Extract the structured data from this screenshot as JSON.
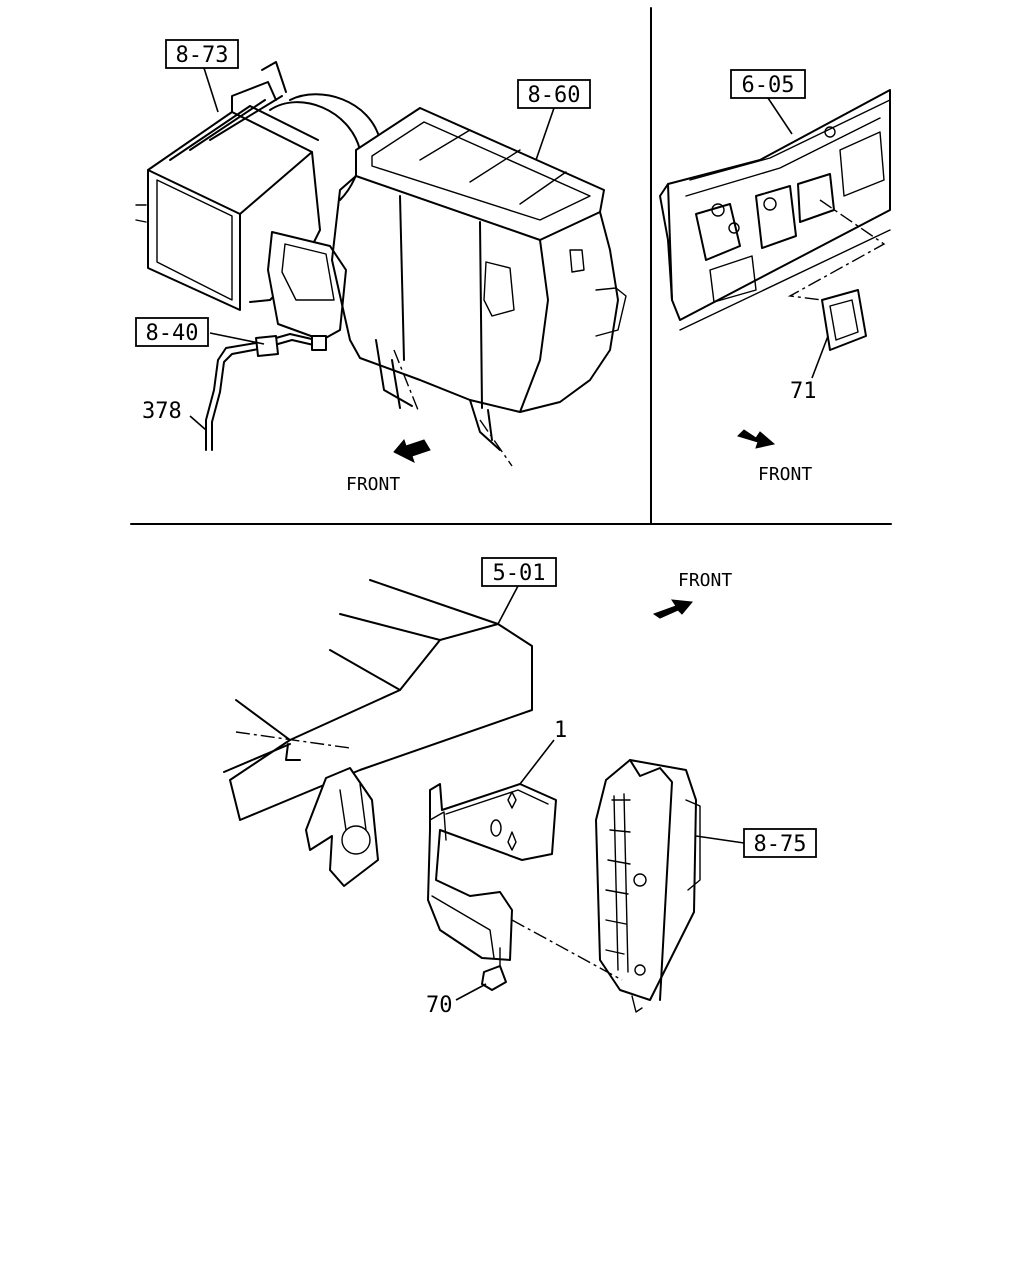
{
  "part_refs": {
    "r_8_73": "8-73",
    "r_8_60": "8-60",
    "r_8_40": "8-40",
    "r_6_05": "6-05",
    "r_5_01": "5-01",
    "r_8_75": "8-75"
  },
  "part_numbers": {
    "p_378": "378",
    "p_71": "71",
    "p_1": "1",
    "p_70": "70"
  },
  "direction_labels": {
    "front_top_left": "FRONT",
    "front_top_right": "FRONT",
    "front_bottom": "FRONT"
  }
}
